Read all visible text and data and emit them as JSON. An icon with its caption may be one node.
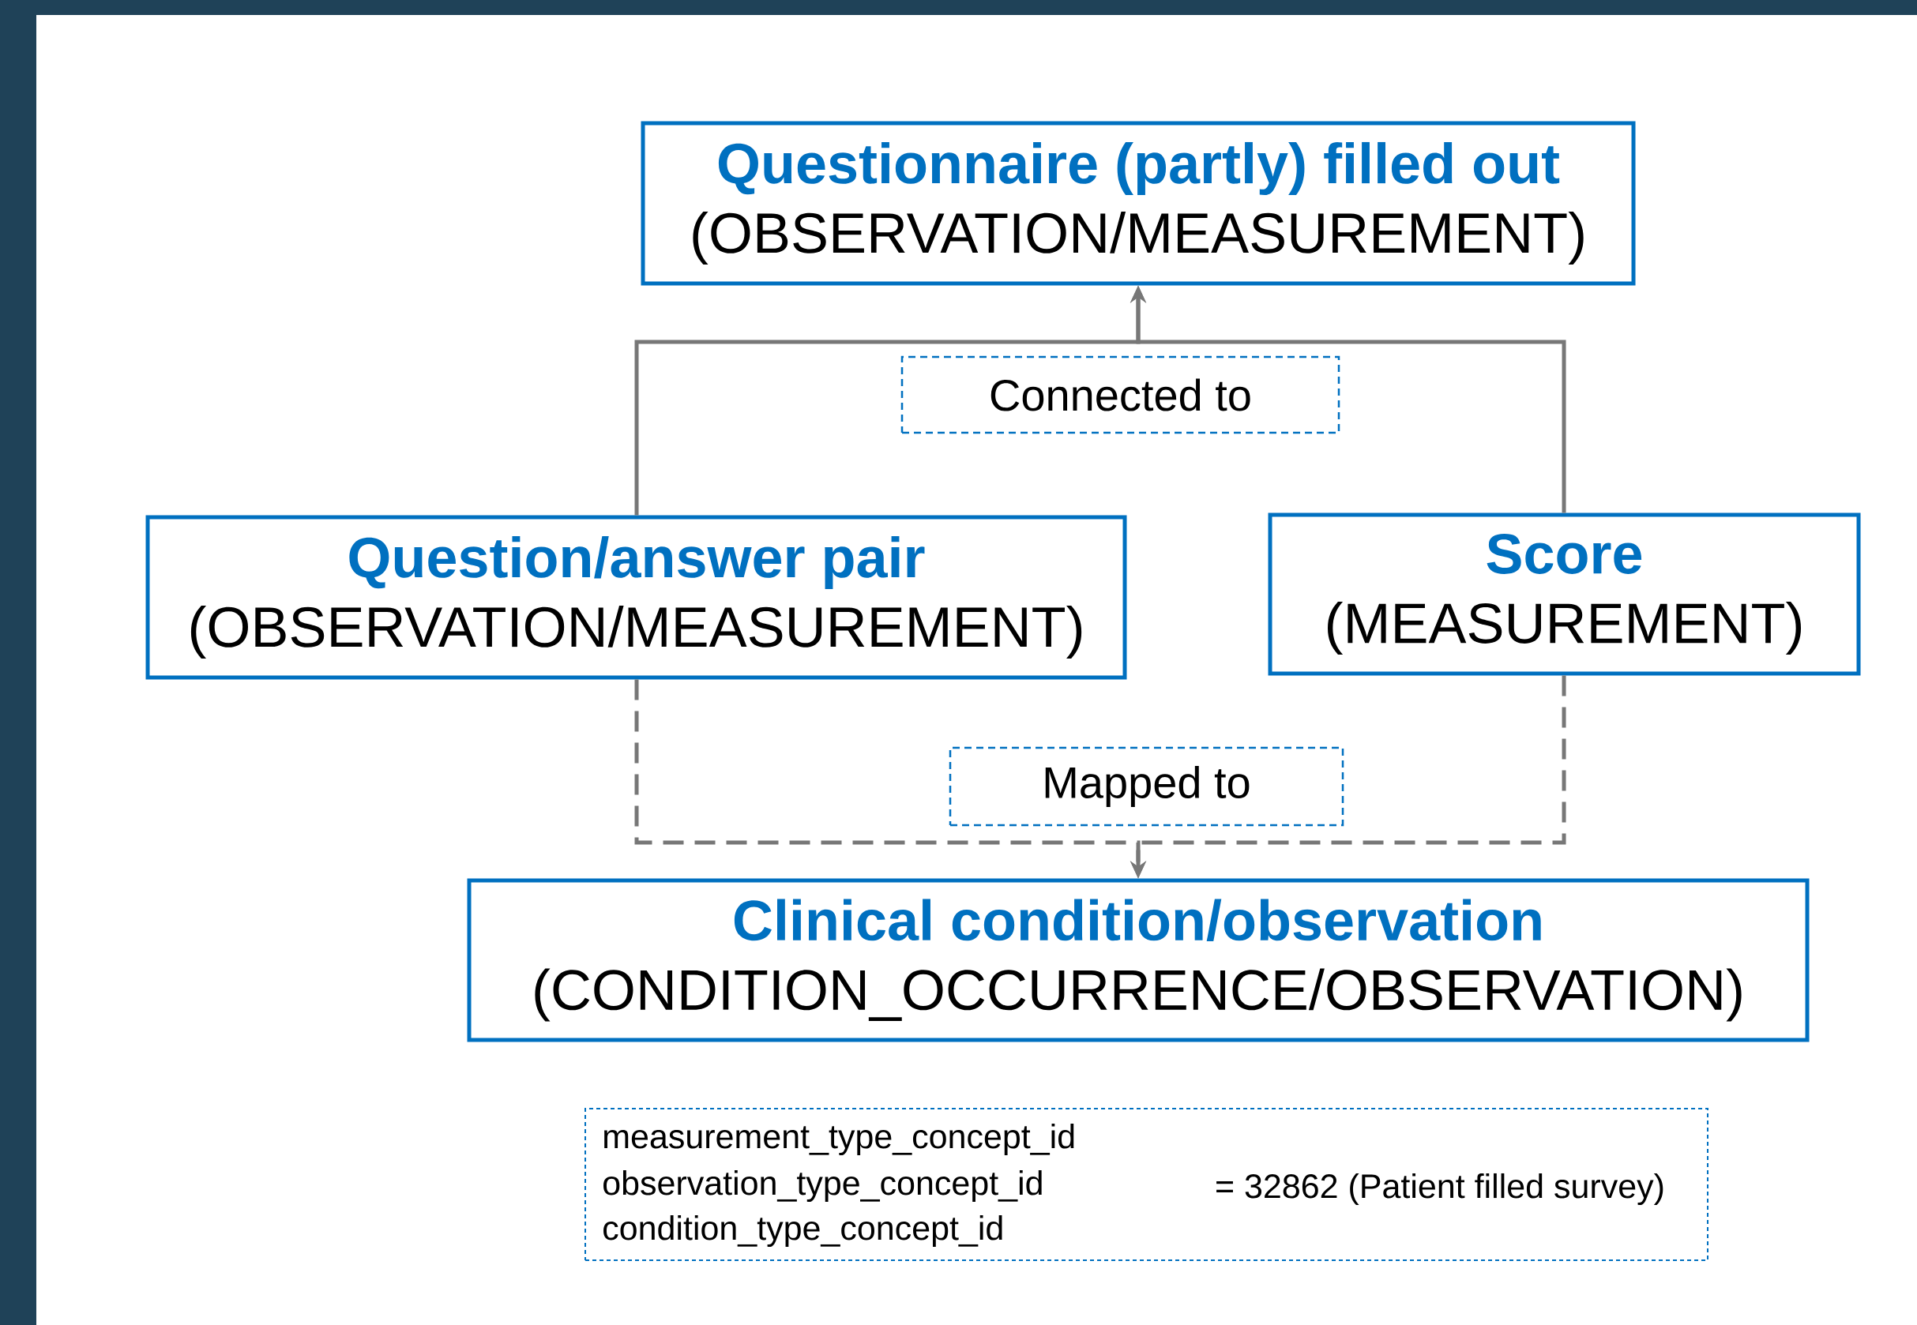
{
  "diagram": {
    "nodes": [
      {
        "text": [
          "Questionnaire (partly) filled out",
          "(OBSERVATION/MEASUREMENT)"
        ]
      },
      {
        "text": [
          "Question/answer pair",
          "(OBSERVATION/MEASUREMENT)"
        ]
      },
      {
        "text": [
          "Score",
          "(MEASUREMENT)"
        ]
      },
      {
        "text": [
          "Clinical condition/observation",
          "(CONDITION_OCCURRENCE/OBSERVATION)"
        ]
      },
      {
        "text": [
          "Connected to"
        ]
      },
      {
        "text": [
          "Mapped to"
        ]
      },
      {
        "text": [
          "measurement_type_concept_id",
          "observation_type_concept_id",
          "condition_type_concept_id",
          "= 32862 (Patient filled survey)"
        ]
      }
    ],
    "edges": [
      {
        "from": 1,
        "to": 0,
        "arrow": "to"
      },
      {
        "from": 2,
        "to": 0,
        "arrow": "to"
      },
      {
        "from": 1,
        "to": 3,
        "arrow": "to",
        "style": "dashed"
      },
      {
        "from": 2,
        "to": 3,
        "arrow": "to",
        "style": "dashed"
      }
    ]
  }
}
